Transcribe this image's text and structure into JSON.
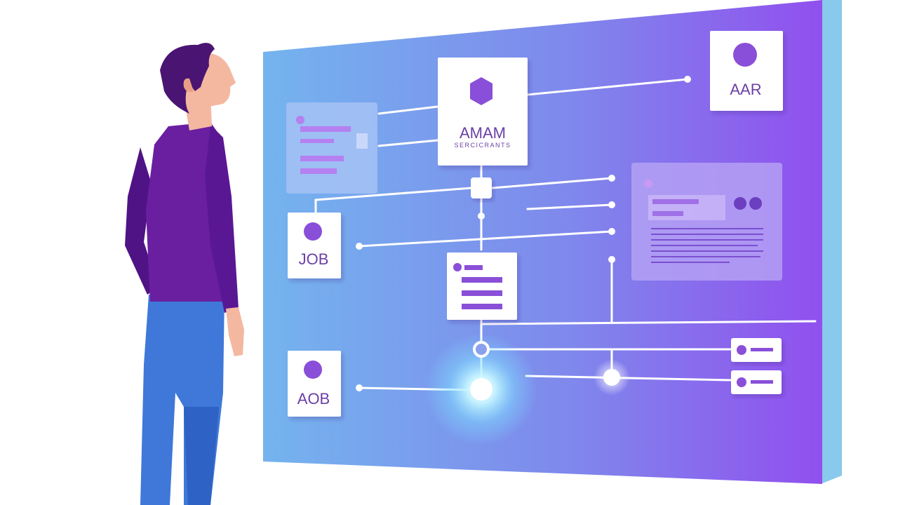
{
  "colors": {
    "board_left": "#74b4ee",
    "board_right": "#9150ee",
    "board_edge": "#88c9ec",
    "card": "#ffffff",
    "accent": "#8a4fd8",
    "glow": "#b8f0ff",
    "shirt": "#6a1fa0",
    "pants": "#3f78d8",
    "hair": "#4a1473",
    "skin": "#f4b8a0"
  },
  "nodes": {
    "center": {
      "title": "AMAM",
      "subtitle": "SERCICRANTS"
    },
    "top_right": {
      "title": "AAR"
    },
    "left_mid": {
      "title": "JOB"
    },
    "left_bottom": {
      "title": "AOB"
    }
  },
  "icons": {
    "node_badge": "purple-circle-icon",
    "hexagon": "hexagon-icon",
    "glow_point": "light-glow-icon"
  }
}
